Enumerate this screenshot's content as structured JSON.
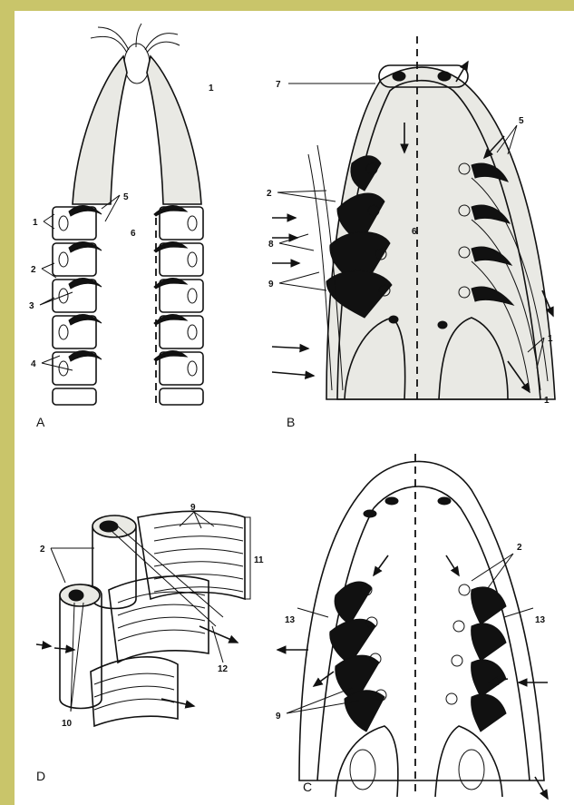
{
  "panels": {
    "A": {
      "letter": "A",
      "labels": {
        "l1_top": "1",
        "l1": "1",
        "l2": "2",
        "l3": "3",
        "l4": "4",
        "l5": "5",
        "l6": "6"
      }
    },
    "B": {
      "letter": "B",
      "labels": {
        "l7": "7",
        "l5": "5",
        "l2": "2",
        "l8": "8",
        "l9": "9",
        "l1": "1",
        "l6": "6",
        "l1b": "1"
      }
    },
    "C": {
      "letter": "C",
      "labels": {
        "l2": "2",
        "l13a": "13",
        "l13b": "13",
        "l9": "9"
      }
    },
    "D": {
      "letter": "D",
      "labels": {
        "l9": "9",
        "l2": "2",
        "l11": "11",
        "l12": "12",
        "l10": "10"
      }
    }
  },
  "colors": {
    "frame": "#c9c56a",
    "plate": "#ffffff",
    "ink": "#111111",
    "stipple": "#e9e9e4"
  }
}
